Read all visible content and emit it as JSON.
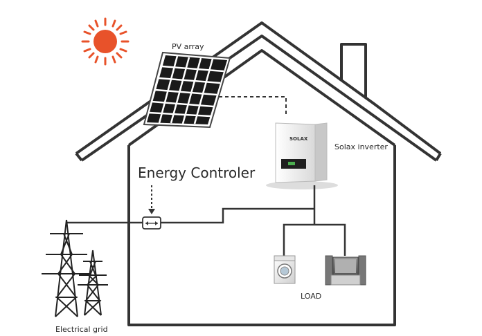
{
  "labels": {
    "pv_array": "PV array",
    "inverter": "Solax inverter",
    "energy_controller": "Energy Controler",
    "load": "LOAD",
    "grid": "Electrical grid",
    "inverter_brand": "SOLAX"
  },
  "colors": {
    "outline": "#333333",
    "sun": "#e8522a",
    "panel_cell": "#1a1a1a",
    "inverter_body": "#f2f2f2"
  },
  "icons": [
    "sun-icon",
    "solar-panel-icon",
    "inverter-icon",
    "energy-meter-icon",
    "washing-machine-icon",
    "television-icon",
    "power-pylon-icon"
  ]
}
